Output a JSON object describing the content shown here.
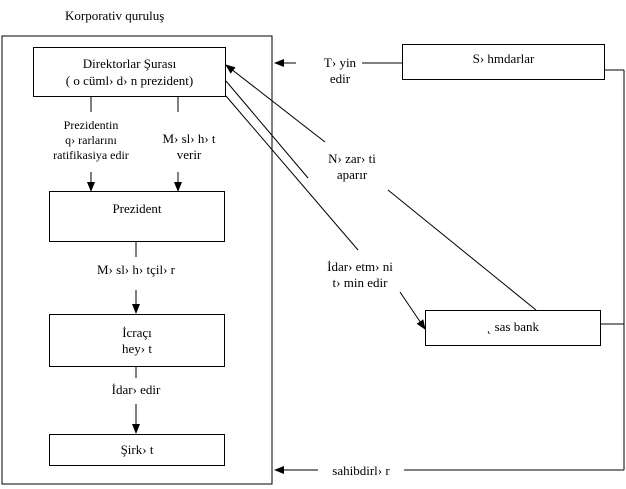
{
  "title": "Korporativ quruluş",
  "nodes": {
    "board": {
      "line1": "Direktorlar Şurası",
      "line2": "( o cüml› d› n prezident)"
    },
    "president": {
      "label": "Prezident"
    },
    "executive": {
      "line1": "İcraçı",
      "line2": "hey› t"
    },
    "company": {
      "label": "Şirk› t"
    },
    "shareholders": {
      "label": "S› hmdarlar"
    },
    "bank": {
      "label": "˛ sas bank"
    }
  },
  "edge_labels": {
    "ratify": [
      "Prezidentin",
      "q› rarlarını",
      "ratifikasiya edir"
    ],
    "advise_board": [
      "M› sl› h› t",
      "verir"
    ],
    "advise_pres": [
      "M› sl› h› tçil› r"
    ],
    "manage": [
      "İdar›  edir"
    ],
    "appoint": [
      "T› yin",
      "edir"
    ],
    "oversee": [
      "N› zar› ti",
      "aparır"
    ],
    "bank_manage": [
      "İdar› etm› ni",
      "t› min edir"
    ],
    "owns": [
      "sahibdirl› r"
    ]
  },
  "colors": {
    "line": "#000000",
    "background": "#ffffff"
  }
}
